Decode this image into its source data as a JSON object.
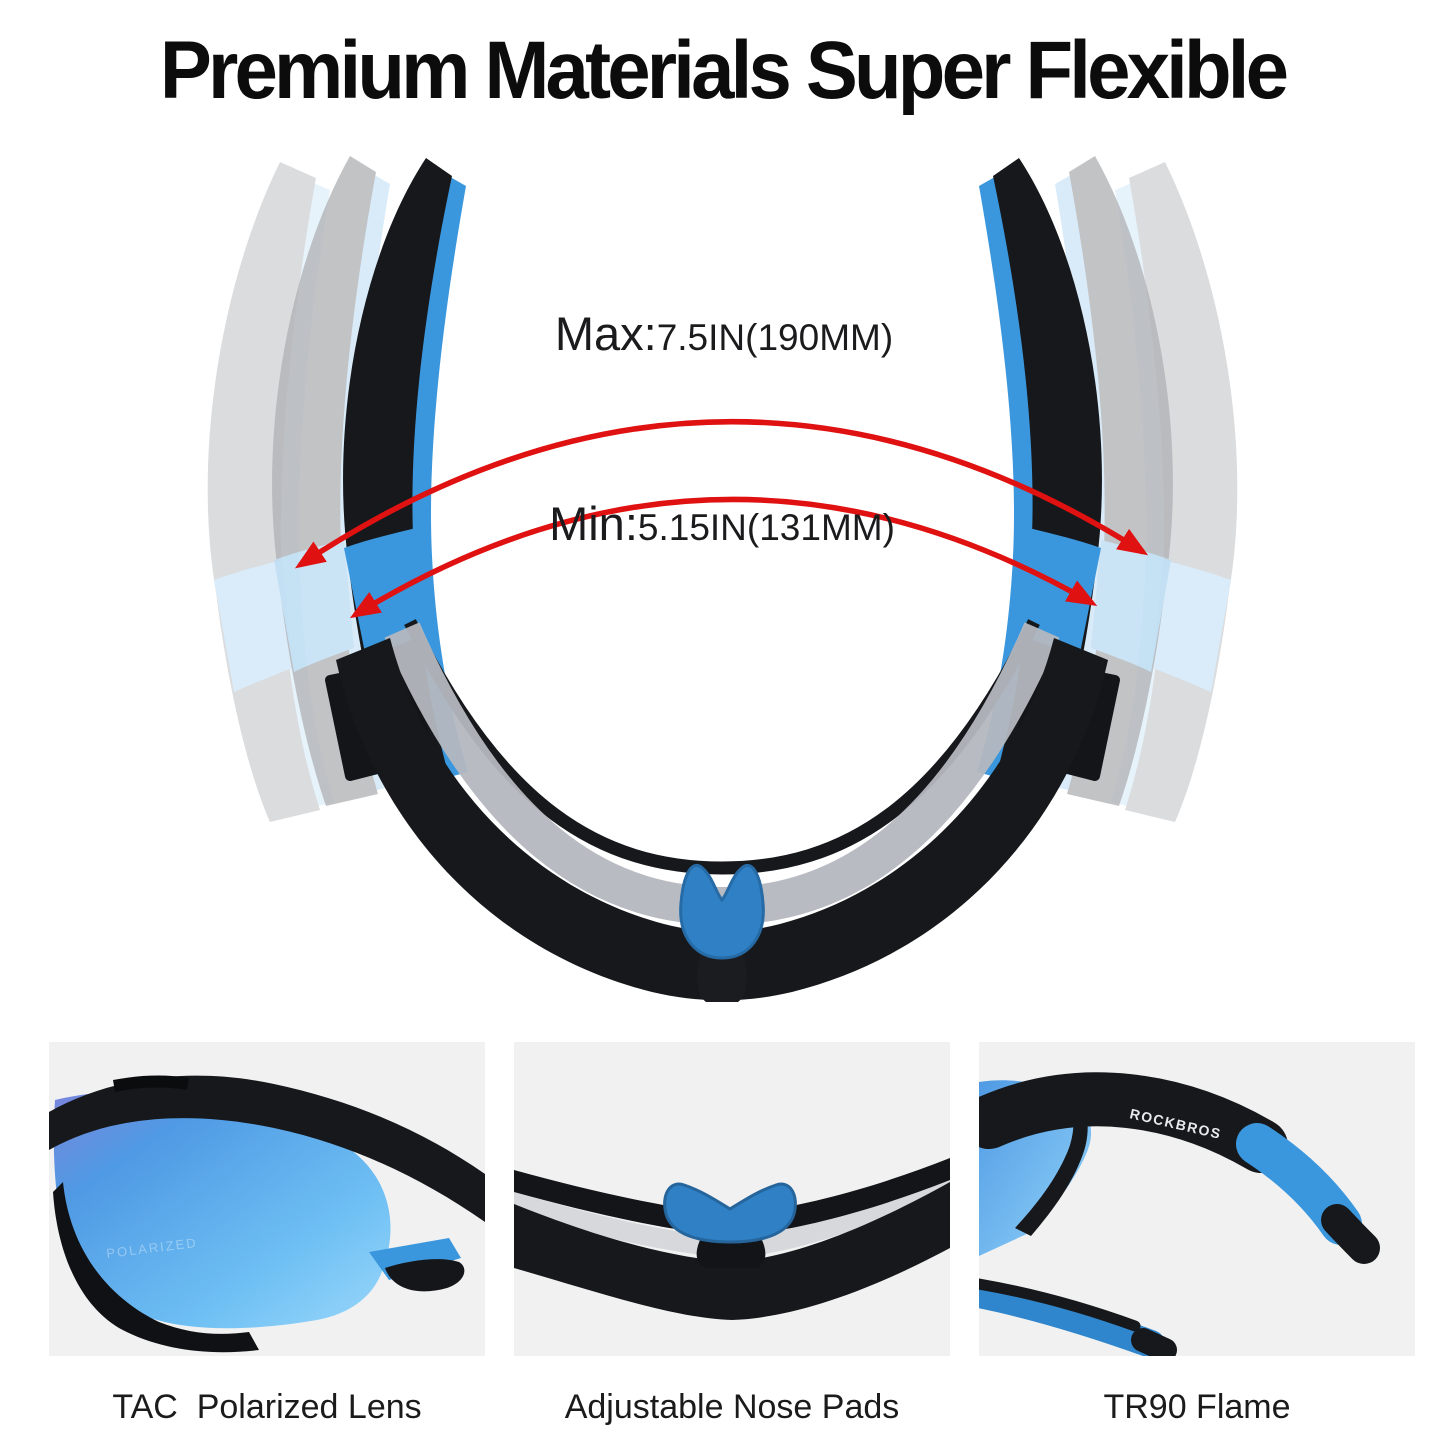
{
  "title": "Premium Materials Super Flexible",
  "hero": {
    "max": {
      "label": "Max:",
      "value": "7.5IN(190MM)"
    },
    "min": {
      "label": "Min:",
      "value": "5.15IN(131MM)"
    }
  },
  "features": [
    {
      "caption": "TAC  Polarized Lens",
      "icon": "polarized-lens-closeup"
    },
    {
      "caption": "Adjustable Nose Pads",
      "icon": "nose-pads-closeup"
    },
    {
      "caption": "TR90 Flame",
      "icon": "temple-arm-closeup"
    }
  ],
  "branding": {
    "logo_text": "ROCKBROS",
    "lens_watermark": "POLARIZED"
  },
  "colors": {
    "arrow_red": "#e01111",
    "frame_black": "#17181b",
    "accent_blue": "#3b97dd",
    "nose_pad_blue": "#2f80c4",
    "ghost_gray": "#c6c7ca",
    "panel_bg": "#f1f1f2"
  }
}
